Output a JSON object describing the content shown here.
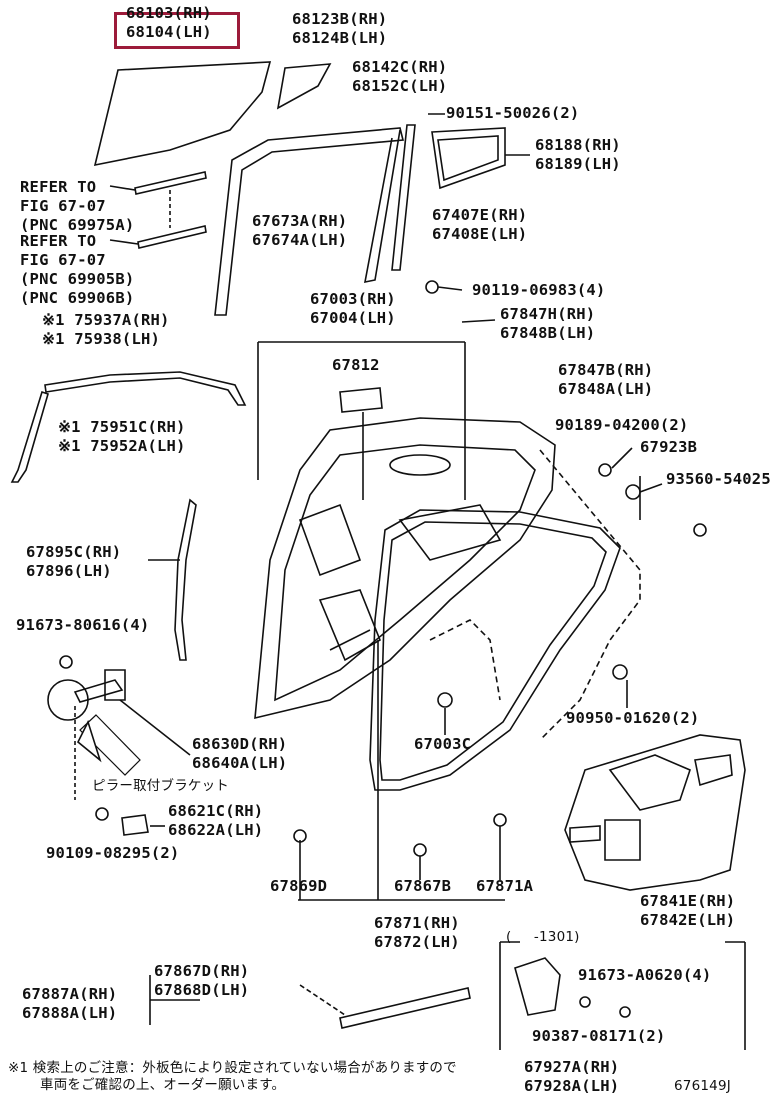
{
  "colors": {
    "highlight": "#9c1b3a",
    "ink": "#111111"
  },
  "labels": {
    "p68103": [
      "68103(RH)",
      "68104(LH)"
    ],
    "p68123": [
      "68123B(RH)",
      "68124B(LH)"
    ],
    "p68142": [
      "68142C(RH)",
      "68152C(LH)"
    ],
    "p90151": "90151-50026(2)",
    "p68188": [
      "68188(RH)",
      "68189(LH)"
    ],
    "refer1": [
      "REFER TO",
      "FIG 67-07",
      "(PNC 69975A)"
    ],
    "refer2": [
      "REFER TO",
      "FIG 67-07",
      "(PNC 69905B)",
      "(PNC 69906B)"
    ],
    "p67673": [
      "67673A(RH)",
      "67674A(LH)"
    ],
    "p67407": [
      "67407E(RH)",
      "67408E(LH)"
    ],
    "p90119": "90119-06983(4)",
    "p67003": [
      "67003(RH)",
      "67004(LH)"
    ],
    "p67847h": [
      "67847H(RH)",
      "67848B(LH)"
    ],
    "p75937": [
      "※1 75937A(RH)",
      "※1 75938(LH)"
    ],
    "p67812": "67812",
    "p67847b": [
      "67847B(RH)",
      "67848A(LH)"
    ],
    "p90189": "90189-04200(2)",
    "p67923": "67923B",
    "p75951": [
      "※1 75951C(RH)",
      "※1 75952A(LH)"
    ],
    "p93560": "93560-54025",
    "p67895": [
      "67895C(RH)",
      "67896(LH)"
    ],
    "p91673": "91673-80616(4)",
    "p90950": "90950-01620(2)",
    "p68630": [
      "68630D(RH)",
      "68640A(LH)"
    ],
    "p67003c": "67003C",
    "pillar": "ピラー取付ブラケット",
    "p68621": [
      "68621C(RH)",
      "68622A(LH)"
    ],
    "p90109": "90109-08295(2)",
    "p67869": "67869D",
    "p67867b": "67867B",
    "p67871a": "67871A",
    "p67841": [
      "67841E(RH)",
      "67842E(LH)"
    ],
    "p67871": [
      "67871(RH)",
      "67872(LH)"
    ],
    "range": "(     -1301)",
    "p67867d": [
      "67867D(RH)",
      "67868D(LH)"
    ],
    "p91673a": "91673-A0620(4)",
    "p67887": [
      "67887A(RH)",
      "67888A(LH)"
    ],
    "p90387": "90387-08171(2)",
    "note": [
      "※1 検索上のご注意：外板色により設定されていない場合がありますので",
      "車両をご確認の上、オーダー願います。"
    ],
    "p67927": [
      "67927A(RH)",
      "67928A(LH)"
    ],
    "figno": "676149J"
  }
}
